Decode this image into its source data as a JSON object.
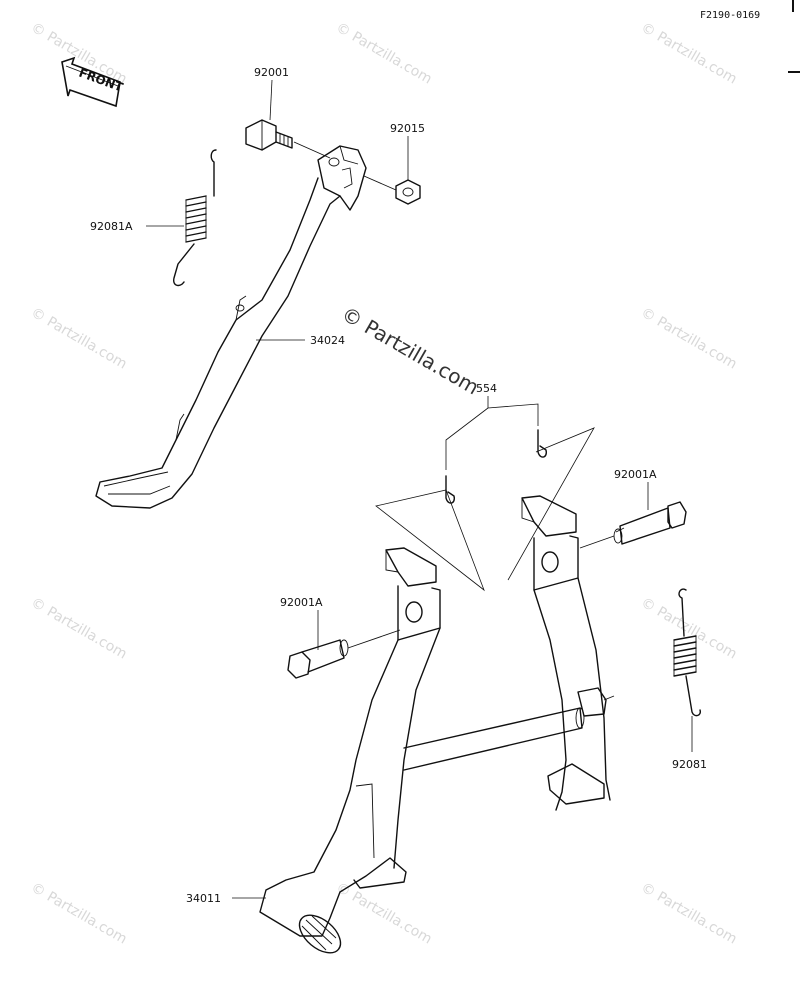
{
  "diagram_code": "F2190-0169",
  "front_label": "FRONT",
  "watermark": "© Partzilla.com",
  "watermark_small": "© Partzilla.com",
  "parts": {
    "bolt_top": "92001",
    "nut": "92015",
    "spring_side": "92081A",
    "side_stand": "34024",
    "cotter_pin": "554",
    "bolt_right": "92001A",
    "bolt_left": "92001A",
    "spring_center": "92081",
    "center_stand": "34011"
  }
}
